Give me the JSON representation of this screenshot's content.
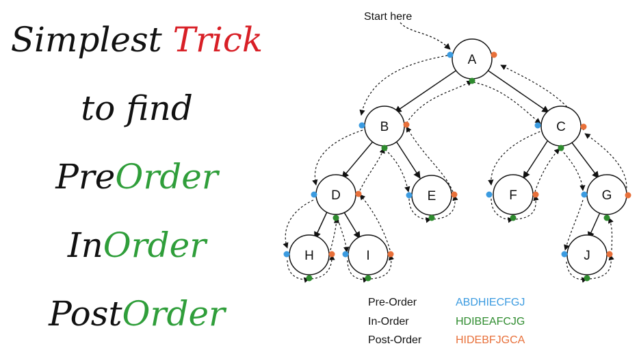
{
  "headline": {
    "line1_a": "Simplest ",
    "line1_b": "Trick",
    "line2": "to find",
    "line3_a": "Pre",
    "line3_b": "Order",
    "line4_a": "In",
    "line4_b": "Order",
    "line5_a": "Post",
    "line5_b": "Order"
  },
  "diagram": {
    "start_label": "Start here",
    "nodes": {
      "A": "A",
      "B": "B",
      "C": "C",
      "D": "D",
      "E": "E",
      "F": "F",
      "G": "G",
      "H": "H",
      "I": "I",
      "J": "J"
    },
    "legend": [
      {
        "label": "Pre-Order",
        "sequence": "ABDHIECFGJ",
        "color": "#3b9be0"
      },
      {
        "label": "In-Order",
        "sequence": "HDIBEAFCJG",
        "color": "#2e8b2e"
      },
      {
        "label": "Post-Order",
        "sequence": "HIDEBFJGCA",
        "color": "#e8703a"
      }
    ]
  },
  "colors": {
    "preorder": "#3b9be0",
    "inorder": "#2e8b2e",
    "postorder": "#e8703a",
    "title_red": "#d81f26",
    "title_green": "#2f9e3a"
  }
}
